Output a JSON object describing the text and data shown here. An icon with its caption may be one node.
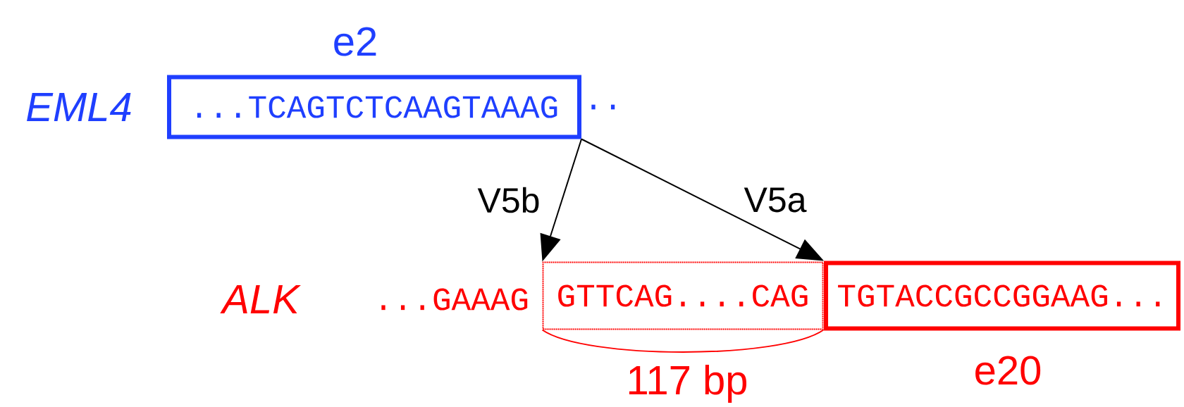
{
  "diagram": {
    "nodes": [
      {
        "text": [
          "e2",
          "...TCAGTCTCAAGTAAAG"
        ],
        "beside": [
          ".."
        ]
      },
      {
        "text": [
          "GTTCAG....CAG"
        ],
        "beside": [
          "117 bp"
        ]
      },
      {
        "text": [
          "TGTACCGCCGGAAG...",
          "e20"
        ]
      }
    ],
    "edges": [
      {
        "from": 0,
        "to": 1,
        "arrow": "to",
        "label": "V5b"
      },
      {
        "from": 0,
        "to": 2,
        "arrow": "to",
        "label": "V5a"
      }
    ],
    "labels": [
      "EML4",
      "ALK",
      "...GAAAG"
    ]
  }
}
